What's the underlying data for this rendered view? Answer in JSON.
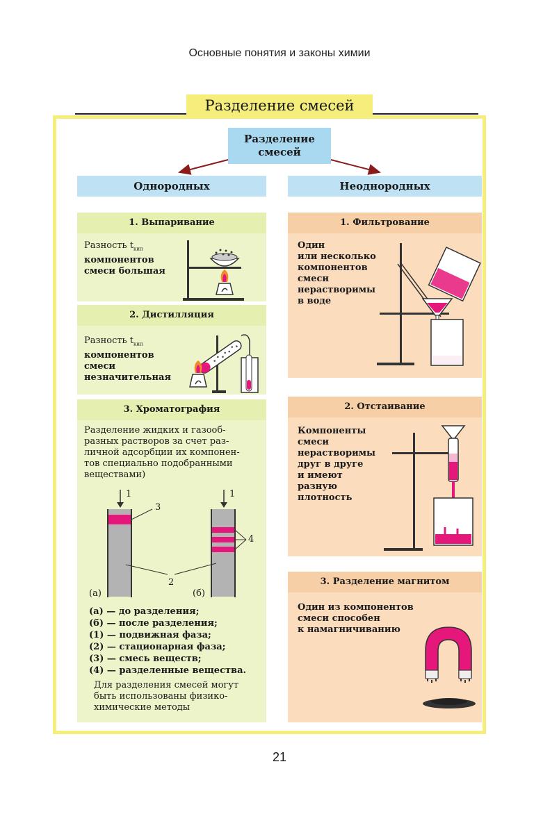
{
  "page": {
    "header": "Основные понятия и законы химии",
    "title": "Разделение смесей",
    "page_number": "21"
  },
  "root": {
    "label_line1": "Разделение",
    "label_line2": "смесей"
  },
  "categories": {
    "homogeneous": "Однородных",
    "heterogeneous": "Неоднородных"
  },
  "homogeneous": {
    "evaporation": {
      "title": "1. Выпаривание",
      "lines": [
        "Разность t",
        "компонентов",
        "смеси большая"
      ],
      "subscript": "кип"
    },
    "distillation": {
      "title": "2. Дистилляция",
      "lines": [
        "Разность t",
        "компонентов",
        "смеси",
        "незначительная"
      ],
      "subscript": "кип"
    },
    "chromatography": {
      "title": "3. Хроматография",
      "description": [
        "Разделение  жидких и газооб-",
        "разных растворов за счет раз-",
        "личной адсорбции их компонен-",
        "тов специально подобранными",
        "веществами)"
      ],
      "diagram_labels": {
        "one_a": "1",
        "one_b": "1",
        "three": "3",
        "four": "4",
        "two": "2",
        "a": "(а)",
        "b": "(б)"
      },
      "legend": [
        "(а) — до разделения;",
        "(б) — после разделения;",
        "(1) — подвижная фаза;",
        "(2) — стационарная фаза;",
        "(3) — смесь веществ;",
        "(4) — разделенные вещества."
      ],
      "note": [
        "Для разделения смесей могут",
        "быть использованы физико-",
        "химические методы"
      ]
    }
  },
  "heterogeneous": {
    "filtration": {
      "title": "1. Фильтрование",
      "lines": [
        "Один",
        "или несколько",
        "компонентов",
        "смеси",
        "нерастворимы",
        "в воде"
      ]
    },
    "settling": {
      "title": "2. Отстаивание",
      "lines": [
        "Компоненты",
        "смеси",
        "нерастворимы",
        "друг в друге",
        "и имеют",
        "разную",
        "плотность"
      ]
    },
    "magnetic": {
      "title": "3. Разделение магнитом",
      "lines": [
        "Один из компонентов",
        "смеси способен",
        "к намагничиванию"
      ]
    }
  },
  "colors": {
    "frame": "#f6ee7a",
    "blue": "#a9d8f1",
    "green": "#eef4c9",
    "peach": "#fbdcbd",
    "magenta": "#e6177a",
    "gray": "#b3b3b3"
  }
}
